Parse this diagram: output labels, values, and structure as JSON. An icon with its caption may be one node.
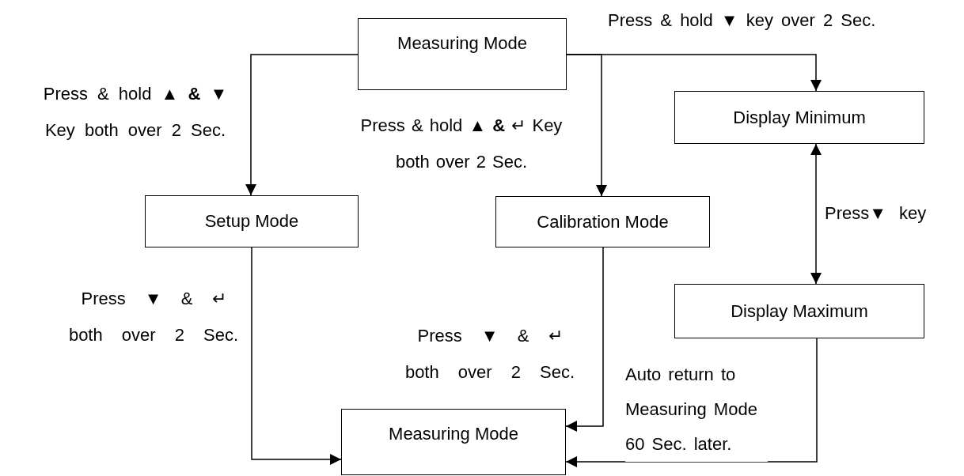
{
  "diagram": {
    "nodes": [
      {
        "text": [
          "Measuring Mode"
        ]
      },
      {
        "text": [
          "Display Minimum"
        ]
      },
      {
        "text": [
          "Setup Mode"
        ]
      },
      {
        "text": [
          "Calibration Mode"
        ]
      },
      {
        "text": [
          "Display Maximum"
        ]
      },
      {
        "text": [
          "Measuring Mode"
        ]
      }
    ],
    "edges": [
      {
        "from": 0,
        "to": 2,
        "arrow": "to",
        "label": "Press & hold ▲ **&** ▼ Key both over 2 Sec."
      },
      {
        "from": 0,
        "to": 3,
        "arrow": "to",
        "label": "Press & hold ▲ **&** ↵ Key both over 2 Sec."
      },
      {
        "from": 0,
        "to": 1,
        "arrow": "to",
        "label": "Press & hold ▼ key over 2 Sec."
      },
      {
        "from": 1,
        "to": 4,
        "arrow": "both",
        "label": "Press▼ key"
      },
      {
        "from": 2,
        "to": 5,
        "arrow": "to",
        "label": "Press ▼ & ↵ both over 2 Sec."
      },
      {
        "from": 3,
        "to": 5,
        "arrow": "to",
        "label": "Press ▼ & ↵ both over 2 Sec."
      },
      {
        "from": 4,
        "to": 5,
        "arrow": "to",
        "label": "Auto return to Measuring Mode 60 Sec. later."
      }
    ]
  }
}
